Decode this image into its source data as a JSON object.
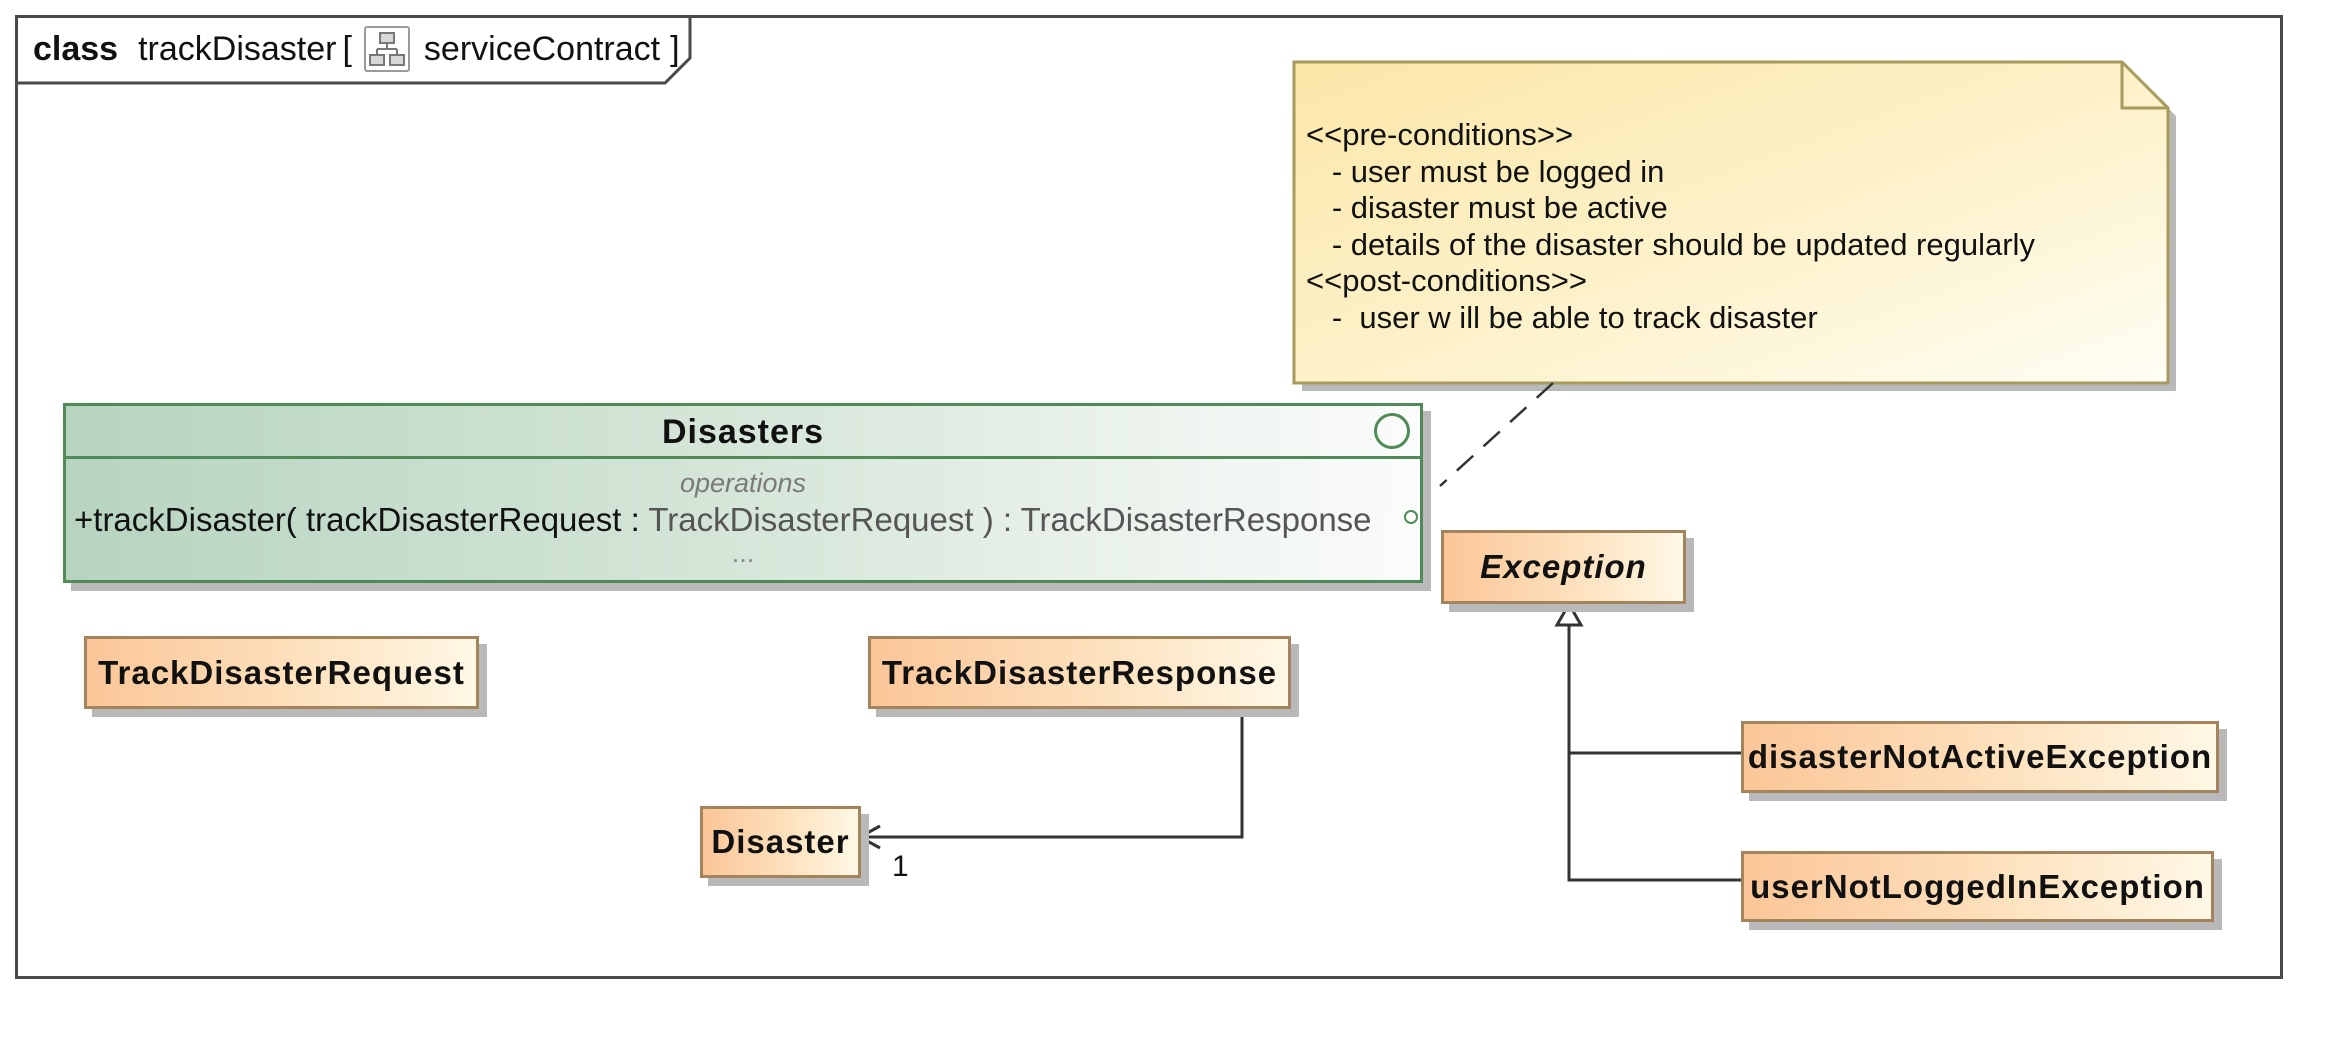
{
  "frame": {
    "keyword": "class",
    "name": "trackDisaster",
    "open_bracket": "[",
    "stereotype_name": "serviceContract",
    "close_bracket": "]"
  },
  "interface": {
    "name": "Disasters",
    "section_label": "operations",
    "operation": {
      "signature": "+trackDisaster( trackDisasterRequest : ",
      "param_type": "TrackDisasterRequest",
      "closing": " ) : ",
      "return_type": "TrackDisasterResponse"
    },
    "more": "..."
  },
  "note": {
    "text": "<<pre-conditions>>\n   - user must be logged in\n   - disaster must be active\n   - details of the disaster should be updated regularly\n<<post-conditions>>\n   -  user w ill be able to track disaster"
  },
  "classes": {
    "track_disaster_request": "TrackDisasterRequest",
    "track_disaster_response": "TrackDisasterResponse",
    "disaster": "Disaster",
    "exception": "Exception",
    "disaster_not_active_exception": "disasterNotActiveException",
    "user_not_logged_in_exception": "userNotLoggedInException"
  },
  "association": {
    "multiplicity": "1"
  },
  "colors": {
    "class_fill": "#fcd3a8",
    "class_border": "#a3845c",
    "interface_fill": "#c6ddc9",
    "interface_border": "#4f8a57",
    "note_fill": "#fdf0c4",
    "note_border": "#a79a5c"
  }
}
